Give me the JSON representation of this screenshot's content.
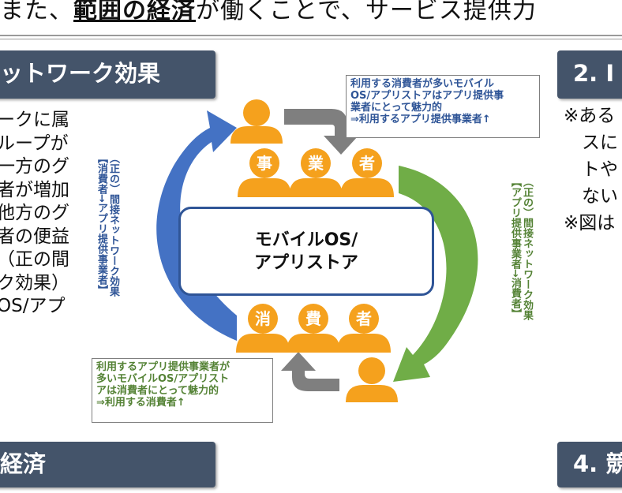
{
  "top_text": {
    "before": "また、",
    "bold": "範囲の経済",
    "after": "が働くことで、サービス提供力"
  },
  "headers": {
    "left_top": "ットワーク効果",
    "right_top_num": "2.",
    "right_top_rest": "Ⅰ",
    "left_bottom": "経済",
    "right_bottom_num": "4.",
    "right_bottom_rest": "競"
  },
  "left_body": [
    "ークに属",
    "ループが",
    "一方のグ",
    "者が増加",
    "他方のグ",
    "者の便益",
    "（正の間",
    "ク効果）",
    "OS/アプ"
  ],
  "right_body": [
    "※ある",
    "　スに",
    "　トや",
    "　ない",
    "※図は"
  ],
  "callouts": {
    "top": "利用する消費者が多いモバイル\nOS/アプリストアはアプリ提供事\n業者にとって魅力的\n⇒利用するアプリ提供事業者↑",
    "bottom": "利用するアプリ提供事業者が\n多いモバイルOS/アプリスト\nアは消費者にとって魅力的\n⇒利用する消費者↑"
  },
  "center": {
    "line1": "モバイルOS/",
    "line2": "アプリストア"
  },
  "groups": {
    "business": [
      "事",
      "業",
      "者"
    ],
    "consumer": [
      "消",
      "費",
      "者"
    ]
  },
  "vertical_labels": {
    "left": "（正の）間接ネットワーク効果\n【消費者→アプリ提供事業者】",
    "right": "（正の）間接ネットワーク効果\n【アプリ提供事業者→消費者】"
  },
  "colors": {
    "header_bg": "#44546a",
    "orange": "#f5a11d",
    "blue": "#2f5597",
    "blue_arrow": "#4472c4",
    "green": "#548235",
    "green_arrow": "#70ad47",
    "gray_arrow": "#7f7f7f"
  }
}
